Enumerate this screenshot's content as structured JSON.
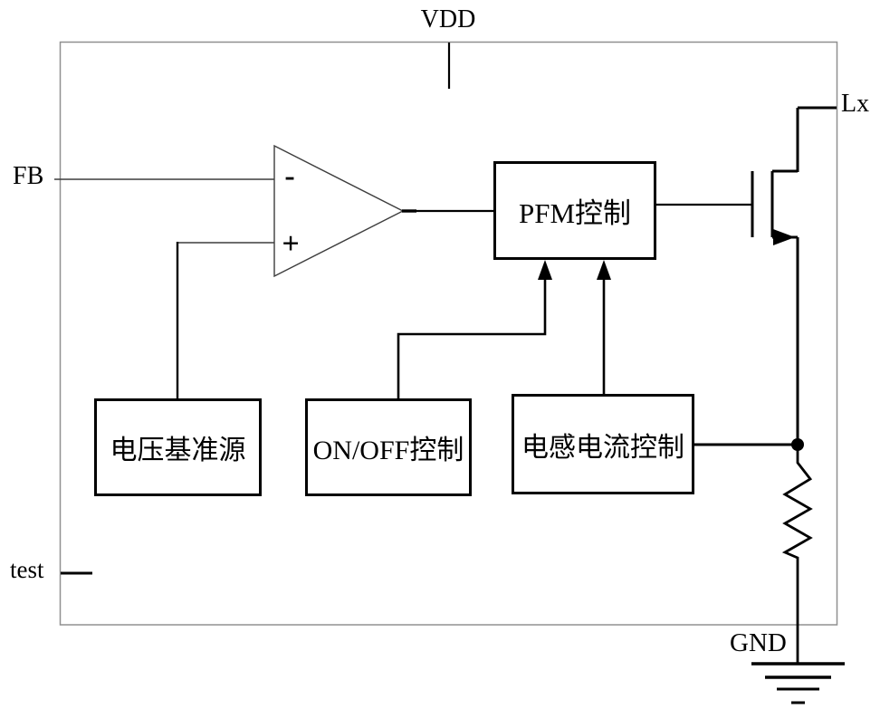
{
  "diagram": {
    "pins": {
      "vdd": "VDD",
      "lx": "Lx",
      "fb": "FB",
      "test": "test",
      "gnd": "GND"
    },
    "opamp": {
      "minus_label": "-",
      "plus_label": "+"
    },
    "blocks": {
      "pfm_label": "PFM控制",
      "vref_label": "电压基准源",
      "onoff_label": "ON/OFF控制",
      "inductor_current_label": "电感电流控制"
    },
    "colors": {
      "wire": "#000000",
      "thin_wire": "#3d3d3d",
      "chip_border": "#909090",
      "background": "#ffffff",
      "text": "#000000"
    }
  }
}
